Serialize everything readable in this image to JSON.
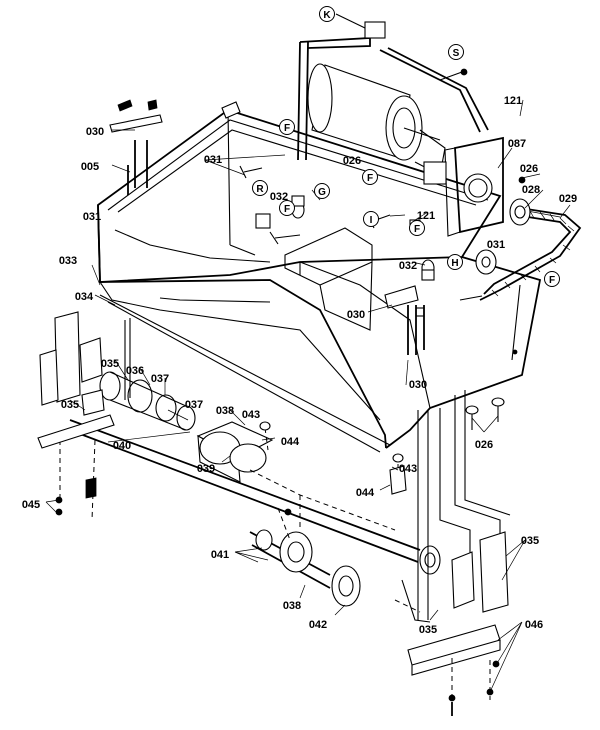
{
  "callouts": [
    {
      "id": "K",
      "circled": true
    },
    {
      "id": "S",
      "circled": true
    },
    {
      "id": "121",
      "circled": false
    },
    {
      "id": "087",
      "circled": false
    },
    {
      "id": "030",
      "circled": false
    },
    {
      "id": "F",
      "circled": true
    },
    {
      "id": "026",
      "circled": false
    },
    {
      "id": "026",
      "circled": false
    },
    {
      "id": "028",
      "circled": false
    },
    {
      "id": "005",
      "circled": false
    },
    {
      "id": "031",
      "circled": false
    },
    {
      "id": "R",
      "circled": true
    },
    {
      "id": "G",
      "circled": true
    },
    {
      "id": "032",
      "circled": false
    },
    {
      "id": "F",
      "circled": true
    },
    {
      "id": "121",
      "circled": false
    },
    {
      "id": "029",
      "circled": false
    },
    {
      "id": "031",
      "circled": false
    },
    {
      "id": "I",
      "circled": true
    },
    {
      "id": "F",
      "circled": true
    },
    {
      "id": "031",
      "circled": false
    },
    {
      "id": "F",
      "circled": true
    },
    {
      "id": "033",
      "circled": false
    },
    {
      "id": "032",
      "circled": false
    },
    {
      "id": "H",
      "circled": true
    },
    {
      "id": "F",
      "circled": true
    },
    {
      "id": "034",
      "circled": false
    },
    {
      "id": "030",
      "circled": false
    },
    {
      "id": "035",
      "circled": false
    },
    {
      "id": "036",
      "circled": false
    },
    {
      "id": "037",
      "circled": false
    },
    {
      "id": "030",
      "circled": false
    },
    {
      "id": "035",
      "circled": false
    },
    {
      "id": "037",
      "circled": false
    },
    {
      "id": "038",
      "circled": false
    },
    {
      "id": "043",
      "circled": false
    },
    {
      "id": "044",
      "circled": false
    },
    {
      "id": "026",
      "circled": false
    },
    {
      "id": "040",
      "circled": false
    },
    {
      "id": "039",
      "circled": false
    },
    {
      "id": "043",
      "circled": false
    },
    {
      "id": "044",
      "circled": false
    },
    {
      "id": "045",
      "circled": false
    },
    {
      "id": "041",
      "circled": false
    },
    {
      "id": "035",
      "circled": false
    },
    {
      "id": "038",
      "circled": false
    },
    {
      "id": "042",
      "circled": false
    },
    {
      "id": "035",
      "circled": false
    },
    {
      "id": "046",
      "circled": false
    }
  ]
}
